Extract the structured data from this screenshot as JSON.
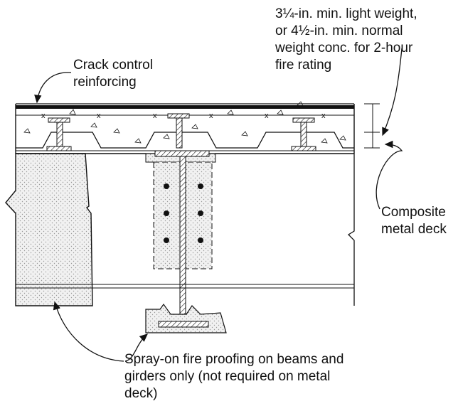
{
  "labels": {
    "crack_control": [
      "Crack control",
      "reinforcing"
    ],
    "concrete": [
      "3¼-in. min. light weight,",
      "or 4½-in. min. normal",
      "weight conc. for 2-hour",
      "fire rating"
    ],
    "composite_deck": [
      "Composite",
      "metal deck"
    ],
    "spray_fireproofing": [
      "Spray-on fire proofing on beams and",
      "girders only (not required on metal",
      "deck)"
    ]
  },
  "colors": {
    "line": "#111111",
    "stipple": "#d6d6d6",
    "concrete": "#ffffff"
  }
}
